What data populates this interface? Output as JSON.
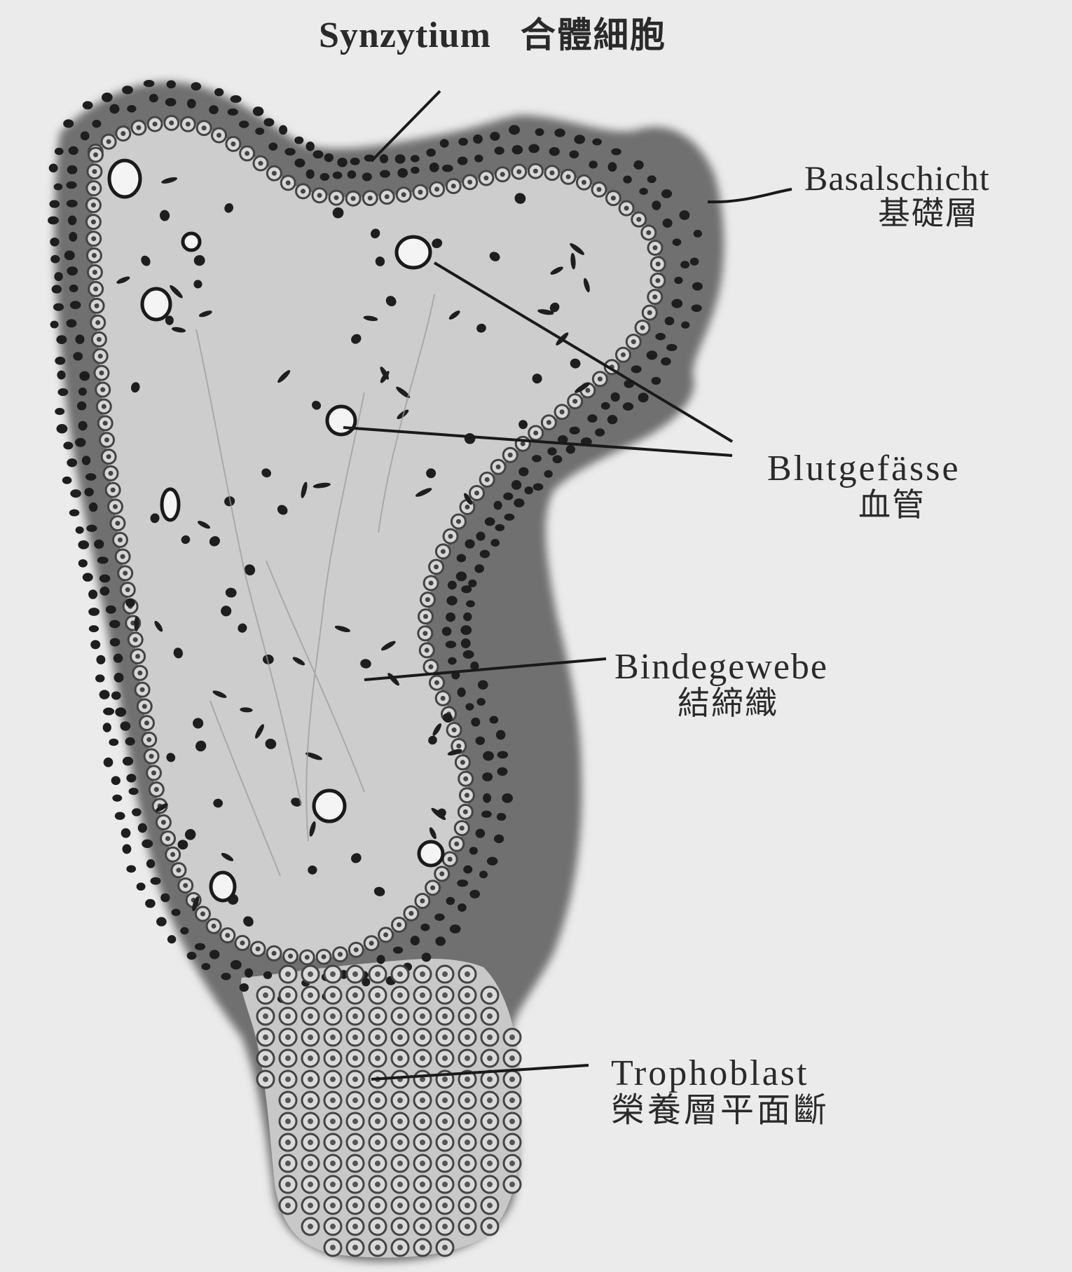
{
  "figure": {
    "labels": [
      {
        "id": "synzytium",
        "latin": "Synzytium",
        "japanese": "合體細胞"
      },
      {
        "id": "basalschicht",
        "latin": "Basalschicht",
        "japanese": "基礎層"
      },
      {
        "id": "blutgefaesse",
        "latin": "Blutgefässe",
        "japanese": "血管"
      },
      {
        "id": "bindegewebe",
        "latin": "Bindegewebe",
        "japanese": "結締織"
      },
      {
        "id": "trophoblast",
        "latin": "Trophoblast",
        "japanese": "榮養層平面斷"
      }
    ]
  },
  "colors": {
    "background": "#ebebeb",
    "outer_layer": "#6e6e6e",
    "inner_stroma": "#cfcfcf",
    "nucleus": "#1e1e1e",
    "cell_ring": "#444444",
    "leader_line": "#1a1a1a"
  }
}
